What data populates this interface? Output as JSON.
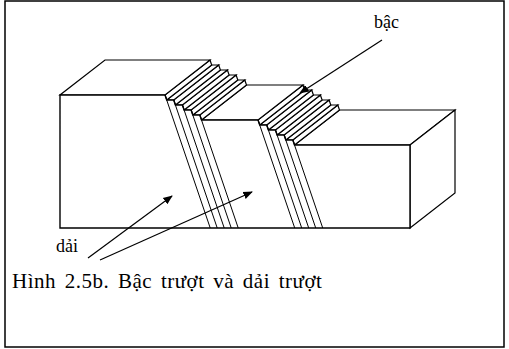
{
  "diagram": {
    "caption": "Hình 2.5b. Bậc trượt và dải trượt",
    "labels": [
      "bậc",
      "dải"
    ]
  }
}
